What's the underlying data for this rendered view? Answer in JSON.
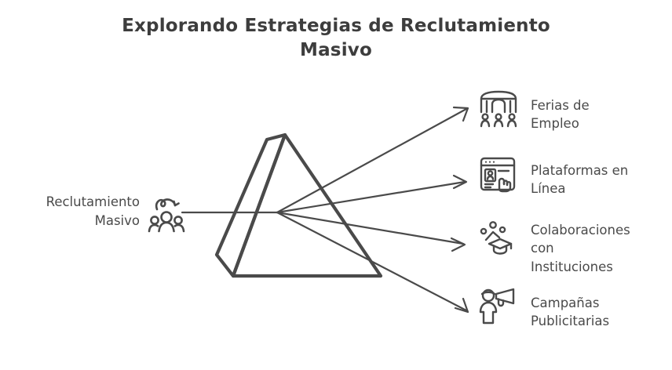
{
  "page": {
    "background": "#ffffff",
    "stroke_color": "#4a4a4a",
    "text_color": "#4a4a4a",
    "title_color": "#3d3d3d"
  },
  "title": "Explorando Estrategias de Reclutamiento Masivo",
  "source": {
    "label": "Reclutamiento\nMasivo",
    "icon": "group-of-people-icon"
  },
  "diagram": {
    "type": "prism-dispersion",
    "shape": "triangular-prism",
    "incoming_ray": "single horizontal beam",
    "outgoing_rays": 4,
    "arrow_style": "open-arrowhead"
  },
  "branches": [
    {
      "label": "Ferias de\nEmpleo",
      "icon": "job-fair-booth-icon",
      "arrow": "arrow-to-ferias-de-empleo"
    },
    {
      "label": "Plataformas en\nLínea",
      "icon": "online-platform-window-icon",
      "arrow": "arrow-to-plataformas-en-linea"
    },
    {
      "label": "Colaboraciones\ncon\nInstituciones",
      "icon": "graduation-cap-collaboration-icon",
      "arrow": "arrow-to-colaboraciones-con-instituciones"
    },
    {
      "label": "Campañas\nPublicitarias",
      "icon": "megaphone-person-icon",
      "arrow": "arrow-to-campanas-publicitarias"
    }
  ]
}
